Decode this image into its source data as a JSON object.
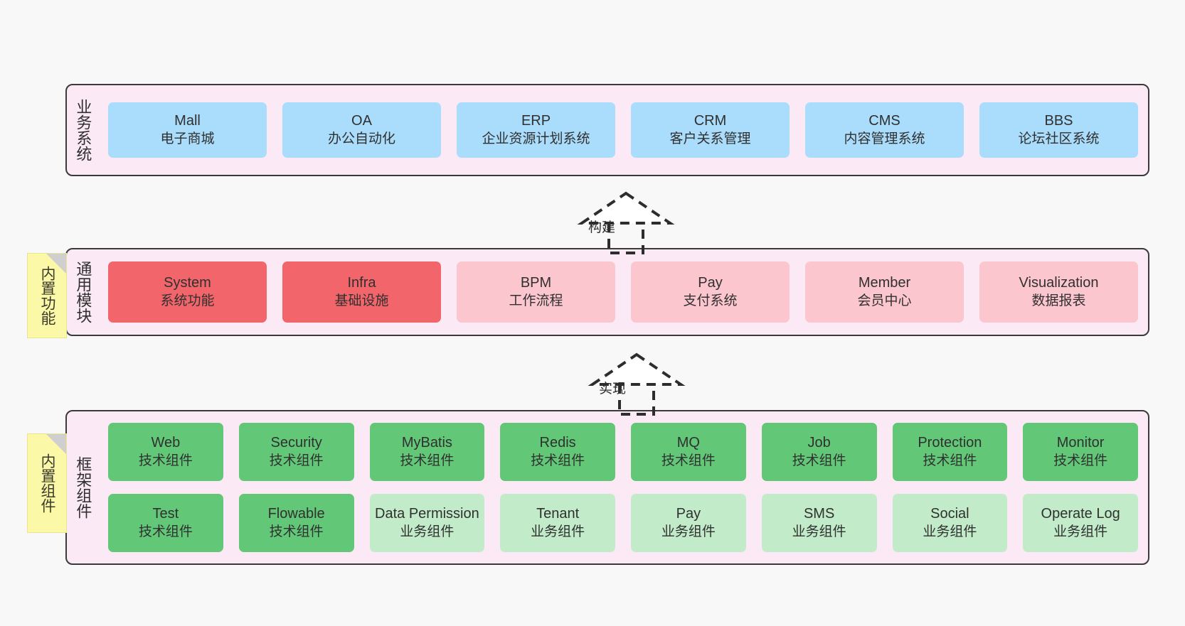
{
  "diagram": {
    "title_vertical_layers": [
      "业务系统",
      "通用模块",
      "框架组件"
    ],
    "layers": [
      {
        "id": "business-systems",
        "label": "业务系统",
        "rows": [
          {
            "cards": [
              {
                "name": "Mall",
                "desc": "电子商城",
                "color": "#aadcfb"
              },
              {
                "name": "OA",
                "desc": "办公自动化",
                "color": "#aadcfb"
              },
              {
                "name": "ERP",
                "desc": "企业资源计划系统",
                "color": "#aadcfb"
              },
              {
                "name": "CRM",
                "desc": "客户关系管理",
                "color": "#aadcfb"
              },
              {
                "name": "CMS",
                "desc": "内容管理系统",
                "color": "#aadcfb"
              },
              {
                "name": "BBS",
                "desc": "论坛社区系统",
                "color": "#aadcfb"
              }
            ]
          }
        ]
      },
      {
        "id": "common-modules",
        "label": "通用模块",
        "note": "内置功能",
        "rows": [
          {
            "cards": [
              {
                "name": "System",
                "desc": "系统功能",
                "color": "#f2656a"
              },
              {
                "name": "Infra",
                "desc": "基础设施",
                "color": "#f2656a"
              },
              {
                "name": "BPM",
                "desc": "工作流程",
                "color": "#fcc6cf"
              },
              {
                "name": "Pay",
                "desc": "支付系统",
                "color": "#fcc6cf"
              },
              {
                "name": "Member",
                "desc": "会员中心",
                "color": "#fcc6cf"
              },
              {
                "name": "Visualization",
                "desc": "数据报表",
                "color": "#fcc6cf"
              }
            ]
          }
        ]
      },
      {
        "id": "framework-components",
        "label": "框架组件",
        "note": "内置组件",
        "rows": [
          {
            "cards": [
              {
                "name": "Web",
                "desc": "技术组件",
                "color": "#62c878"
              },
              {
                "name": "Security",
                "desc": "技术组件",
                "color": "#62c878"
              },
              {
                "name": "MyBatis",
                "desc": "技术组件",
                "color": "#62c878"
              },
              {
                "name": "Redis",
                "desc": "技术组件",
                "color": "#62c878"
              },
              {
                "name": "MQ",
                "desc": "技术组件",
                "color": "#62c878"
              },
              {
                "name": "Job",
                "desc": "技术组件",
                "color": "#62c878"
              },
              {
                "name": "Protection",
                "desc": "技术组件",
                "color": "#62c878"
              },
              {
                "name": "Monitor",
                "desc": "技术组件",
                "color": "#62c878"
              }
            ]
          },
          {
            "cards": [
              {
                "name": "Test",
                "desc": "技术组件",
                "color": "#62c878"
              },
              {
                "name": "Flowable",
                "desc": "技术组件",
                "color": "#62c878"
              },
              {
                "name": "Data Permission",
                "desc": "业务组件",
                "color": "#c2ebc9"
              },
              {
                "name": "Tenant",
                "desc": "业务组件",
                "color": "#c2ebc9"
              },
              {
                "name": "Pay",
                "desc": "业务组件",
                "color": "#c2ebc9"
              },
              {
                "name": "SMS",
                "desc": "业务组件",
                "color": "#c2ebc9"
              },
              {
                "name": "Social",
                "desc": "业务组件",
                "color": "#c2ebc9"
              },
              {
                "name": "Operate Log",
                "desc": "业务组件",
                "color": "#c2ebc9"
              }
            ]
          }
        ]
      }
    ],
    "connectors": [
      {
        "id": "build",
        "label": "构建"
      },
      {
        "id": "implement",
        "label": "实现"
      }
    ],
    "colors": {
      "panel_bg": "#fbeaf5",
      "panel_border": "#3a3a3a",
      "canvas_bg": "#f8f8f8",
      "note_bg": "#fbf8a8",
      "blue": "#aadcfb",
      "red": "#f2656a",
      "pink": "#fcc6cf",
      "green_dark": "#62c878",
      "green_light": "#c2ebc9",
      "connector_stroke": "#2d2d2d"
    }
  }
}
